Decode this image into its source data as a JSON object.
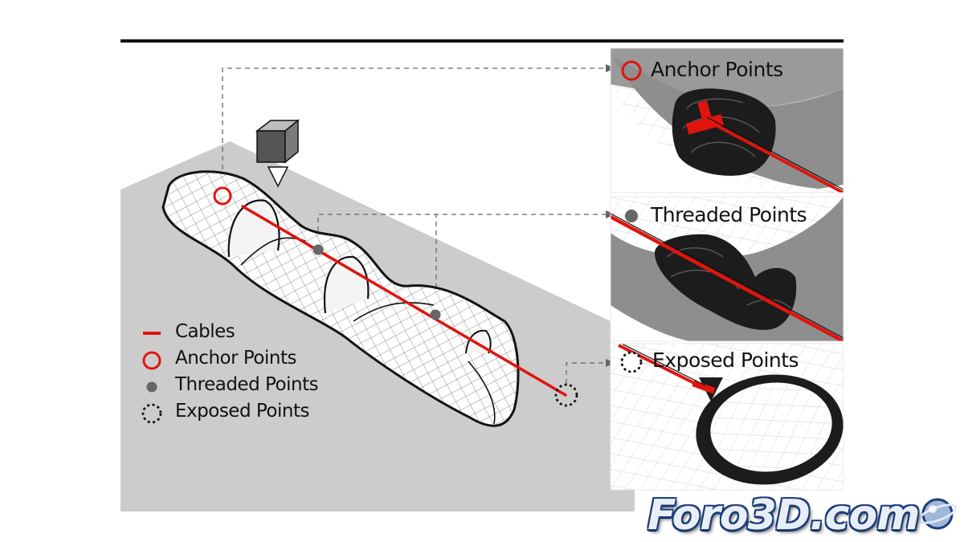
{
  "legend": {
    "cables": "Cables",
    "anchor": "Anchor Points",
    "threaded": "Threaded Points",
    "exposed": "Exposed Points"
  },
  "panels": {
    "anchor": "Anchor Points",
    "threaded": "Threaded Points",
    "exposed": "Exposed Points"
  },
  "watermark": "Foro3D.com",
  "colors": {
    "cable": "#e0140f",
    "marker_gray": "#666666",
    "ground": "#cccccc",
    "line": "#111111"
  }
}
